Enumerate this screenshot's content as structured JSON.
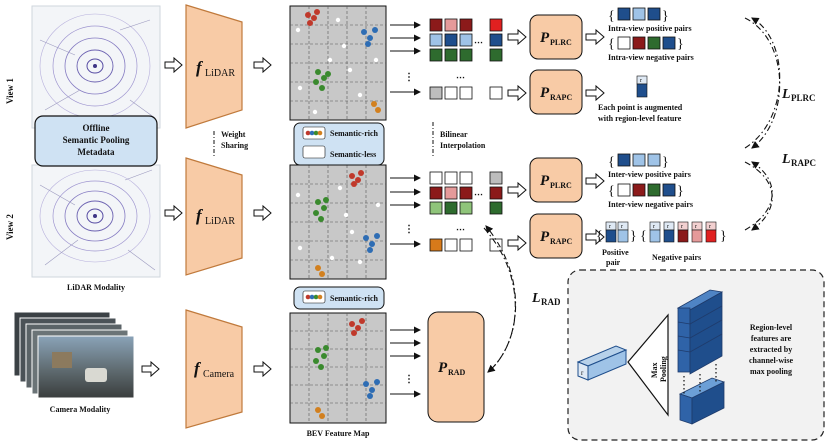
{
  "views": {
    "view1": "View 1",
    "view2": "View 2",
    "lidar_modality": "LiDAR Modality",
    "camera_modality": "Camera Modality"
  },
  "metadata_box": {
    "line1": "Offline",
    "line2": "Semantic Pooling",
    "line3": "Metadata"
  },
  "encoders": {
    "f_symbol": "f",
    "lidar_sub": "LiDAR",
    "camera_sub": "Camera",
    "weight_sharing_1": "Weight",
    "weight_sharing_2": "Sharing"
  },
  "legend": {
    "semantic_rich": "Semantic-rich",
    "semantic_less": "Semantic-less",
    "bilinear_1": "Bilinear",
    "bilinear_2": "Interpolation",
    "bev_label": "BEV Feature Map"
  },
  "heads": {
    "p_symbol": "P",
    "plrc_sub": "PLRC",
    "rapc_sub": "RAPC",
    "rad_sub": "RAD"
  },
  "pair_labels": {
    "intra_pos": "Intra-view positive pairs",
    "intra_neg": "Intra-view negative pairs",
    "each_point_1": "Each point is augmented",
    "each_point_2": "with region-level feature",
    "inter_pos": "Inter-view positive pairs",
    "inter_neg": "Inter-view negative pairs",
    "positive_1": "Positive",
    "positive_2": "pair",
    "negative": "Negative pairs",
    "r": "r"
  },
  "losses": {
    "l_symbol": "L",
    "plrc_sub": "PLRC",
    "rapc_sub": "RAPC",
    "rad_sub": "RAD"
  },
  "pooling_box": {
    "max_1": "Max",
    "max_2": "Pooling",
    "desc_1": "Region-level",
    "desc_2": "features are",
    "desc_3": "extracted by",
    "desc_4": "channel-wise",
    "desc_5": "max pooling",
    "r": "r"
  },
  "colors": {
    "encoder": "#f8cba6",
    "encoder_stroke": "#c07a3c",
    "metadata": "#cfe2f3",
    "dark_blue": "#1f4e8c",
    "light_blue": "#9fc3e7",
    "dark_red": "#8b1a1a",
    "salmon": "#e59a9a",
    "red": "#e02020",
    "dark_green": "#2e6b2e",
    "light_green": "#8fc47a",
    "grey": "#bdbdbd",
    "orange": "#d77a1a",
    "point_red": "#c0392b",
    "point_blue": "#2e6db4",
    "point_green": "#3a8a2e",
    "point_orange": "#d2801f",
    "grid_bg": "#c8c8c8",
    "pool_bg": "#f2f2f2"
  }
}
